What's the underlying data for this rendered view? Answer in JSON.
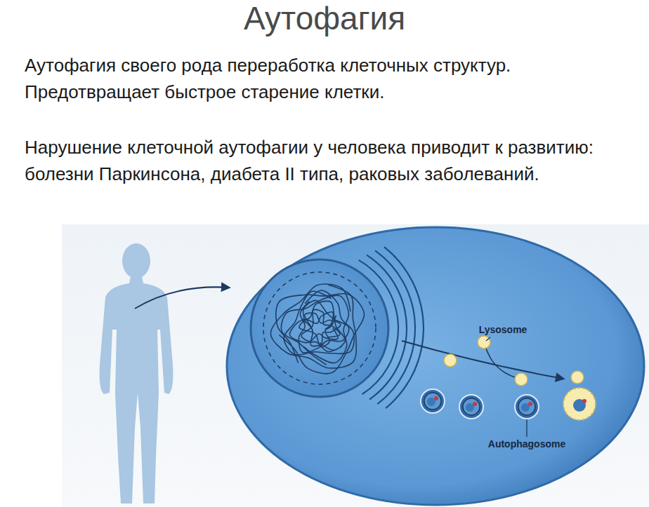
{
  "diagram": {
    "title": "Аутофагия",
    "labels": [
      "Аутофагия своего рода переработка клеточных структур. Предотвращает быстрое старение клетки.",
      "Нарушение клеточной аутофагии у человека приводит к развитию: болезни Паркинсона, диабета II типа, раковых заболеваний.",
      "Lysosome",
      "Autophagosome"
    ]
  }
}
